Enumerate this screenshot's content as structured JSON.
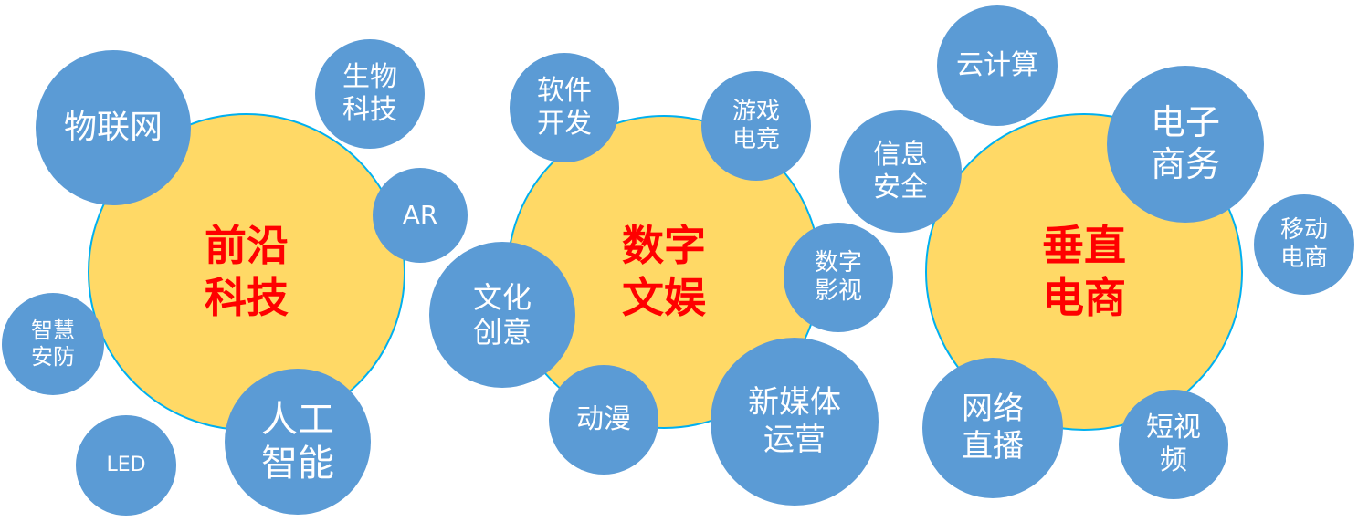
{
  "colors": {
    "hub_fill": "#FFD966",
    "hub_border": "#00B0F0",
    "hub_text": "#FF0000",
    "node_fill": "#5B9BD5",
    "node_text": "#FFFFFF"
  },
  "hubs": [
    {
      "lines": [
        "前沿",
        "科技"
      ]
    },
    {
      "lines": [
        "数字",
        "文娱"
      ]
    },
    {
      "lines": [
        "垂直",
        "电商"
      ]
    }
  ],
  "nodes": [
    {
      "lines": [
        "物联网"
      ]
    },
    {
      "lines": [
        "生物",
        "科技"
      ]
    },
    {
      "lines": [
        "AR"
      ]
    },
    {
      "lines": [
        "智慧",
        "安防"
      ]
    },
    {
      "lines": [
        "LED"
      ]
    },
    {
      "lines": [
        "人工",
        "智能"
      ]
    },
    {
      "lines": [
        "软件",
        "开发"
      ]
    },
    {
      "lines": [
        "游戏",
        "电竞"
      ]
    },
    {
      "lines": [
        "文化",
        "创意"
      ]
    },
    {
      "lines": [
        "数字",
        "影视"
      ]
    },
    {
      "lines": [
        "动漫"
      ]
    },
    {
      "lines": [
        "新媒体",
        "运营"
      ]
    },
    {
      "lines": [
        "云计算"
      ]
    },
    {
      "lines": [
        "信息",
        "安全"
      ]
    },
    {
      "lines": [
        "电子",
        "商务"
      ]
    },
    {
      "lines": [
        "移动",
        "电商"
      ]
    },
    {
      "lines": [
        "网络",
        "直播"
      ]
    },
    {
      "lines": [
        "短视",
        "频"
      ]
    }
  ]
}
